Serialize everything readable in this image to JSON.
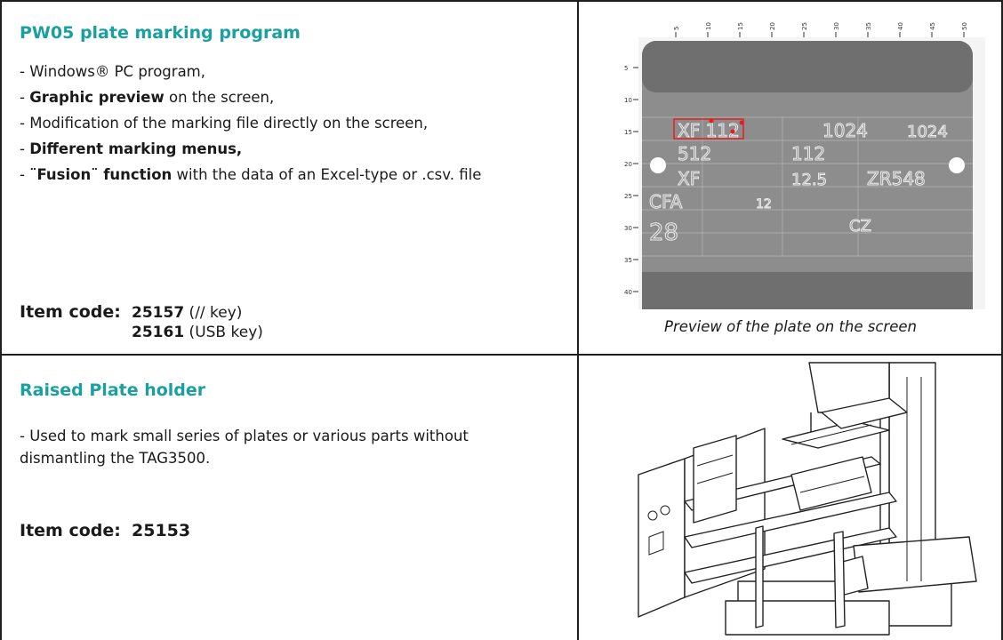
{
  "section1": {
    "title": "PW05 plate marking program",
    "bullets": [
      {
        "pre": "- ",
        "bold": "",
        "rest": "Windows® PC program,"
      },
      {
        "pre": "- ",
        "bold": "Graphic preview",
        "rest": " on the screen,"
      },
      {
        "pre": "- ",
        "bold": "",
        "rest": "Modification of the marking file directly on the screen,"
      },
      {
        "pre": "- ",
        "bold": "Different marking menus,",
        "rest": ""
      },
      {
        "pre": "- ",
        "bold": "¨Fusion¨ function",
        "rest": " with the data of an Excel-type or .csv. file"
      }
    ],
    "item_label": "Item code:",
    "codes": [
      {
        "num": "25157",
        "note": " (// key)"
      },
      {
        "num": "25161",
        "note": " (USB key)"
      }
    ],
    "preview": {
      "caption": "Preview of the plate on the screen",
      "top_ruler": [
        "5",
        "10",
        "15",
        "20",
        "25",
        "30",
        "35",
        "40",
        "45",
        "50"
      ],
      "left_ruler": [
        "5",
        "10",
        "15",
        "20",
        "25",
        "30",
        "35",
        "40"
      ],
      "plate_texts": {
        "r1a": "XF 112",
        "r1b": "1024",
        "r1c": "1024",
        "r2a": "512",
        "r2b": "112",
        "r3a": "XF",
        "r3b": "12.5",
        "r3c": "ZR548",
        "r4a": "CFA",
        "r4b": "12",
        "r5a": "28",
        "r5b": "CZ"
      },
      "colors": {
        "plate": "#8d8d8d",
        "band": "#6f6f6f",
        "selection": "#e02020"
      }
    }
  },
  "section2": {
    "title": "Raised Plate holder",
    "description": "- Used to mark small series of plates or various parts without dismantling the TAG3500.",
    "item_label": "Item code:",
    "code": "25153"
  }
}
